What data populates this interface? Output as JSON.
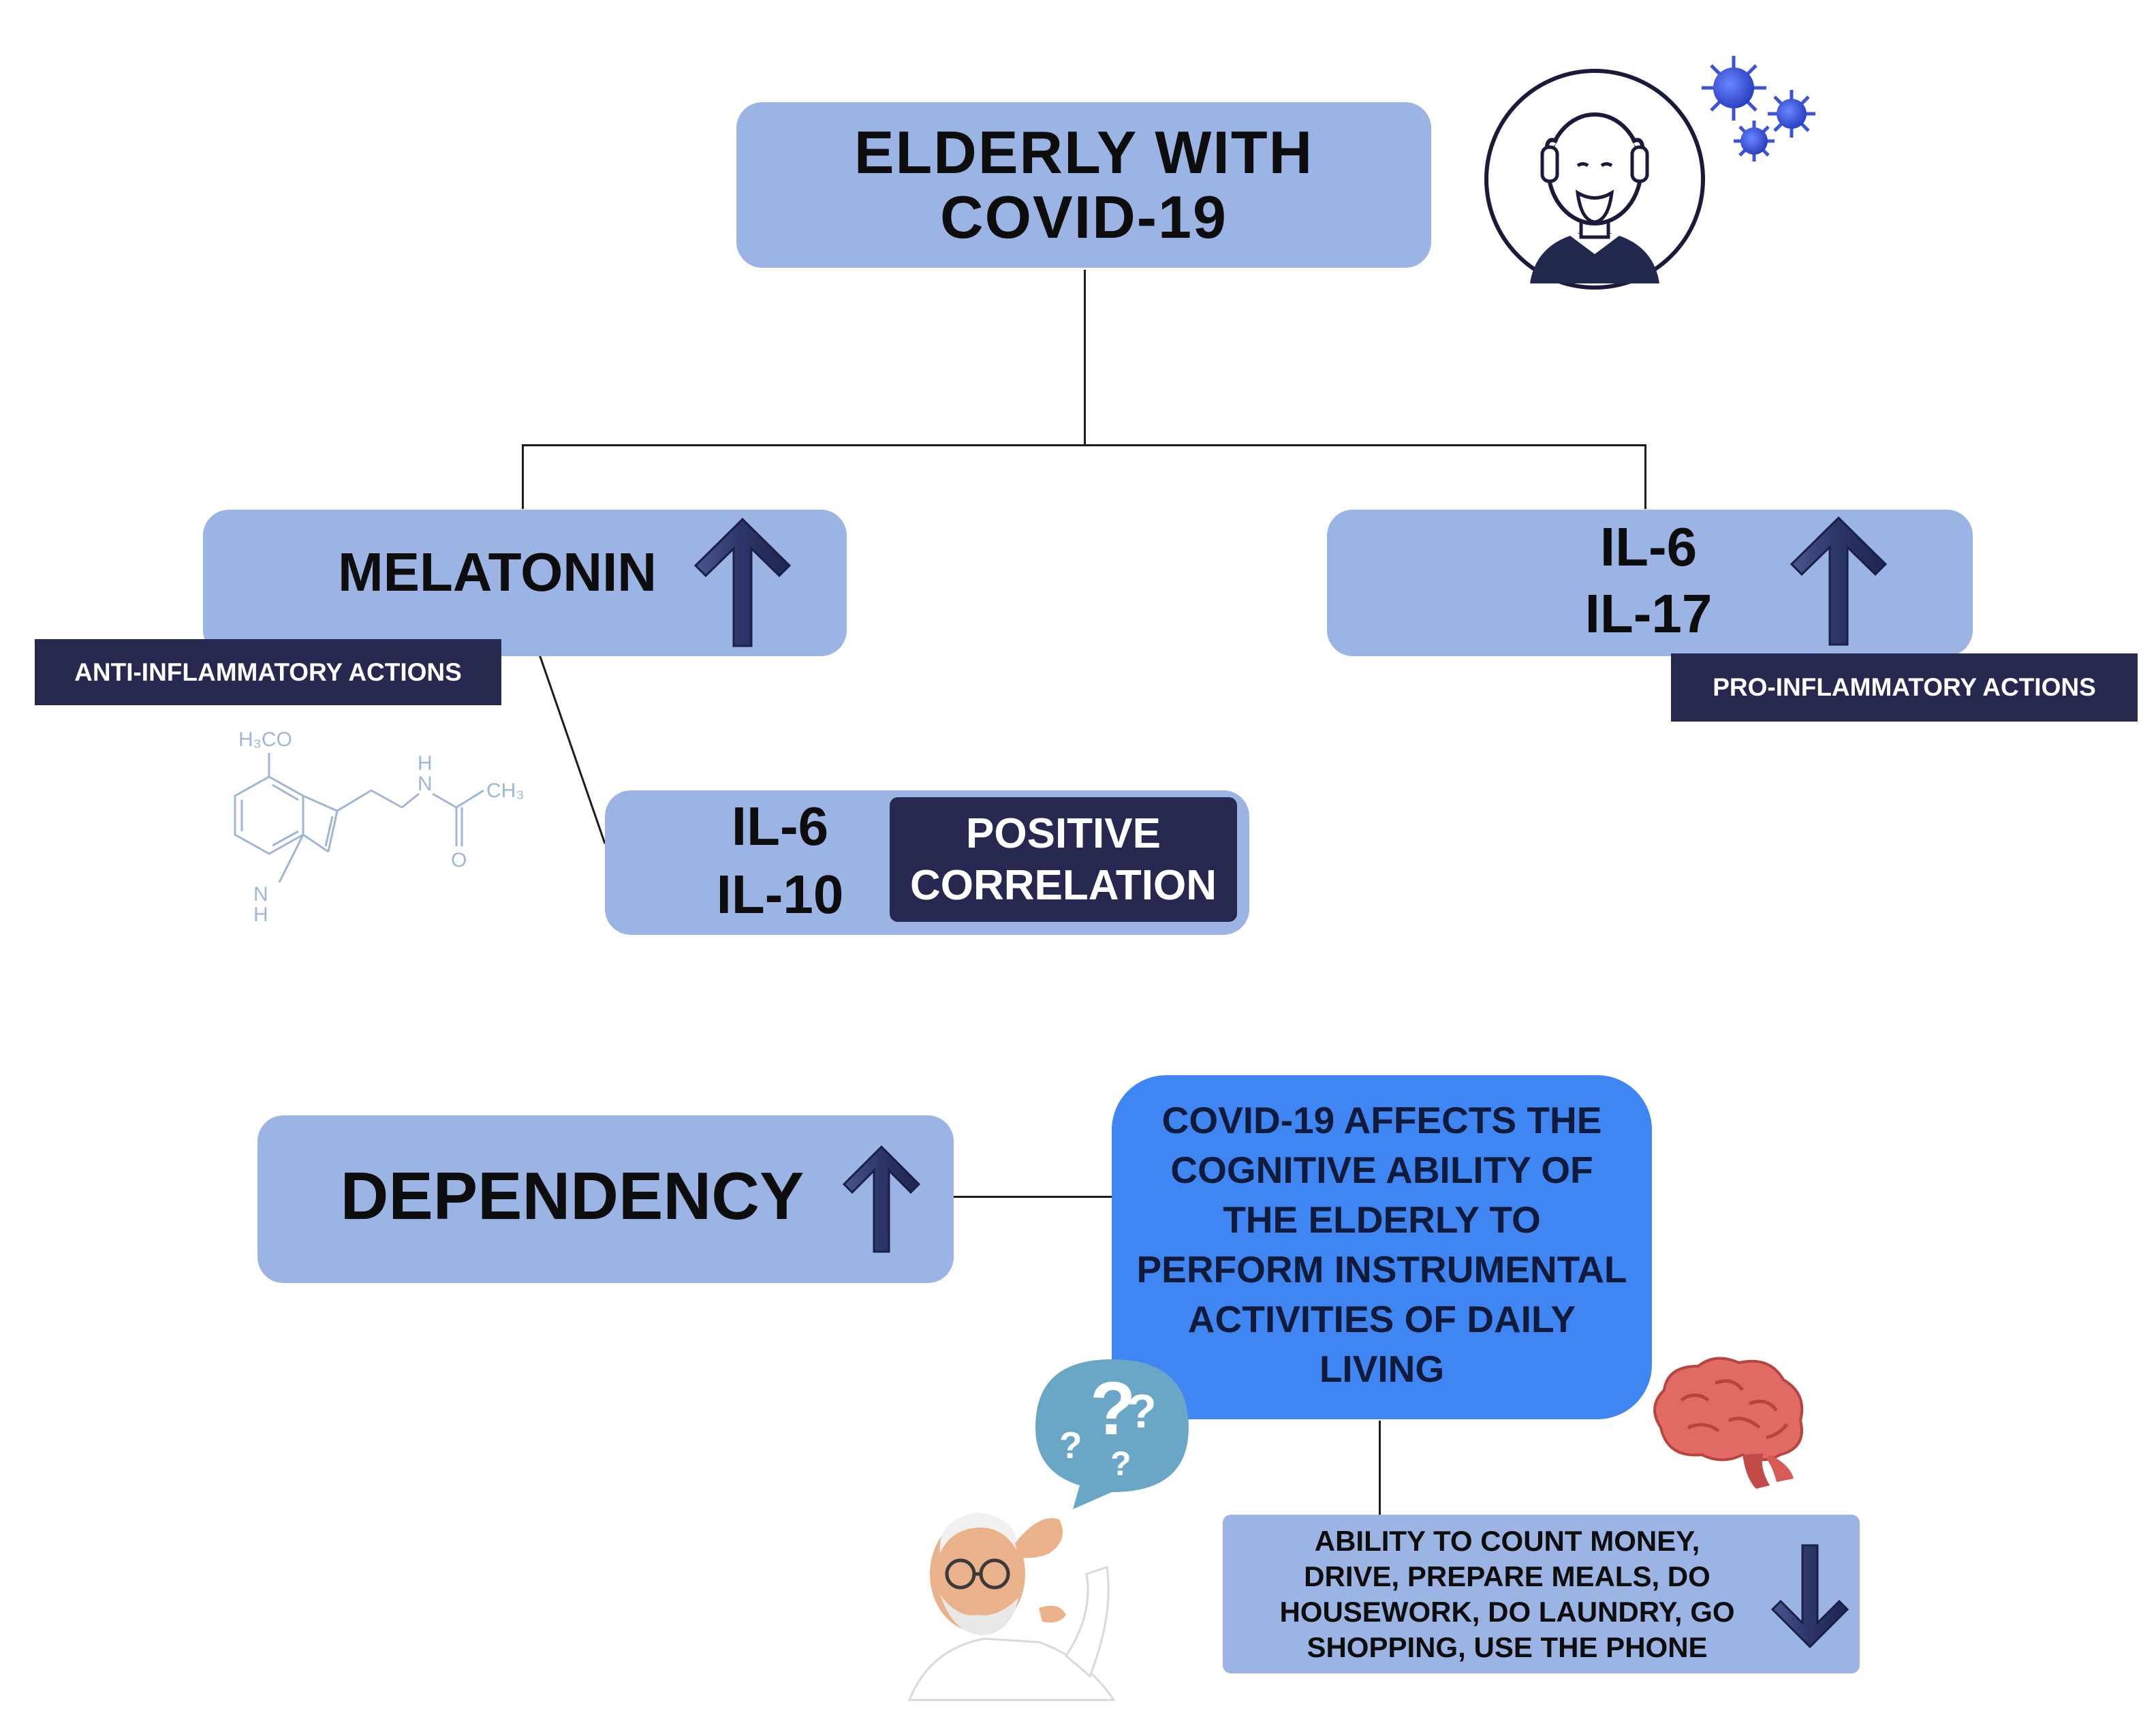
{
  "top_node": {
    "line1": "ELDERLY WITH",
    "line2": "COVID-19"
  },
  "melatonin": {
    "label": "MELATONIN",
    "tag": "ANTI-INFLAMMATORY ACTIONS",
    "trend_icon": "arrow-up-icon"
  },
  "cytokines_right": {
    "line1": "IL-6",
    "line2": "IL-17",
    "tag": "PRO-INFLAMMATORY ACTIONS",
    "trend_icon": "arrow-up-icon"
  },
  "cytokines_corr": {
    "line1": "IL-6",
    "line2": "IL-10",
    "badge_line1": "POSITIVE",
    "badge_line2": "CORRELATION"
  },
  "molecule": {
    "h3co": "H₃CO",
    "nh_top_n": "N",
    "nh_top_h": "H",
    "ch3": "CH₃",
    "o": "O",
    "nh_ring_n": "N",
    "nh_ring_h": "H"
  },
  "dependency": {
    "label": "DEPENDENCY",
    "trend_icon": "arrow-up-icon"
  },
  "cognition": {
    "lines": [
      "COVID-19 AFFECTS THE",
      "COGNITIVE ABILITY OF",
      "THE ELDERLY TO",
      "PERFORM INSTRUMENTAL",
      "ACTIVITIES OF DAILY",
      "LIVING"
    ]
  },
  "abilities": {
    "lines": [
      "ABILITY TO COUNT MONEY,",
      "DRIVE, PREPARE MEALS, DO",
      "HOUSEWORK, DO LAUNDRY, GO",
      "SHOPPING, USE THE PHONE"
    ],
    "trend_icon": "arrow-down-icon"
  },
  "icons": {
    "elderly": "elderly-avatar-icon",
    "virus": "virus-icon",
    "brain": "brain-icon",
    "confused": "confused-elderly-man-icon",
    "question": "question-bubble-icon"
  },
  "colors": {
    "box": "#9bb4e4",
    "dark": "#262850",
    "blue": "#3f86f2",
    "arrow": "#2f3a6b",
    "molecule": "#9fb6d6",
    "virus": "#3b54d6",
    "brain": "#e26a64"
  }
}
